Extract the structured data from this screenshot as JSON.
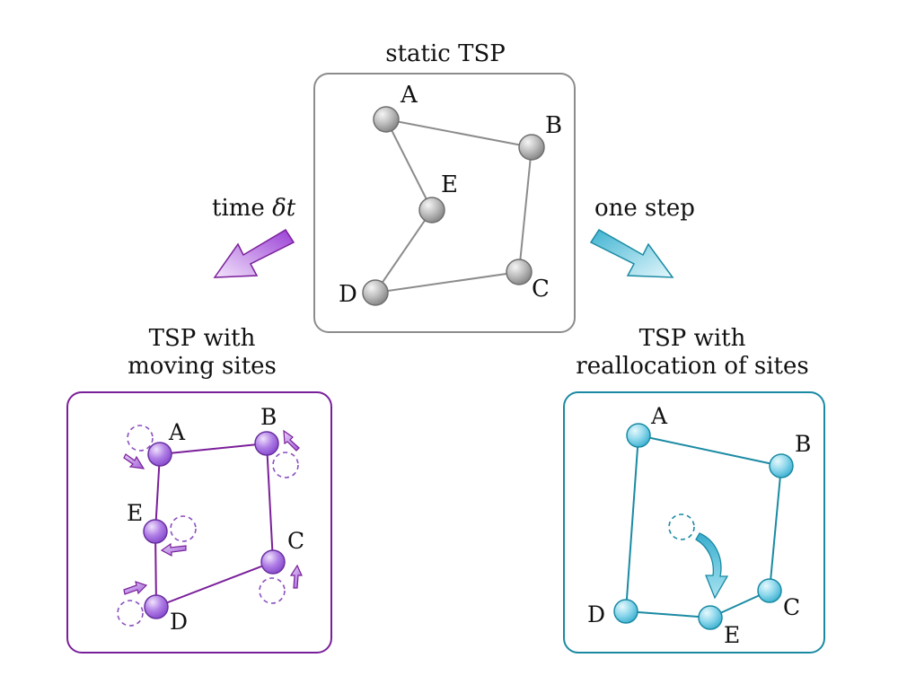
{
  "panels": {
    "static": {
      "title": "static TSP",
      "labels": {
        "A": "A",
        "B": "B",
        "C": "C",
        "D": "D",
        "E": "E"
      },
      "color": "#8c8c8c"
    },
    "moving": {
      "title_line1": "TSP with",
      "title_line2": "moving sites",
      "labels": {
        "A": "A",
        "B": "B",
        "C": "C",
        "D": "D",
        "E": "E"
      },
      "color": "#7a1f9a"
    },
    "realloc": {
      "title_line1": "TSP with",
      "title_line2": "reallocation of sites",
      "labels": {
        "A": "A",
        "B": "B",
        "C": "C",
        "D": "D",
        "E": "E"
      },
      "color": "#1a8aa3"
    }
  },
  "arrows": {
    "left_text": "time",
    "left_symbol": "δt",
    "right_text": "one step"
  }
}
